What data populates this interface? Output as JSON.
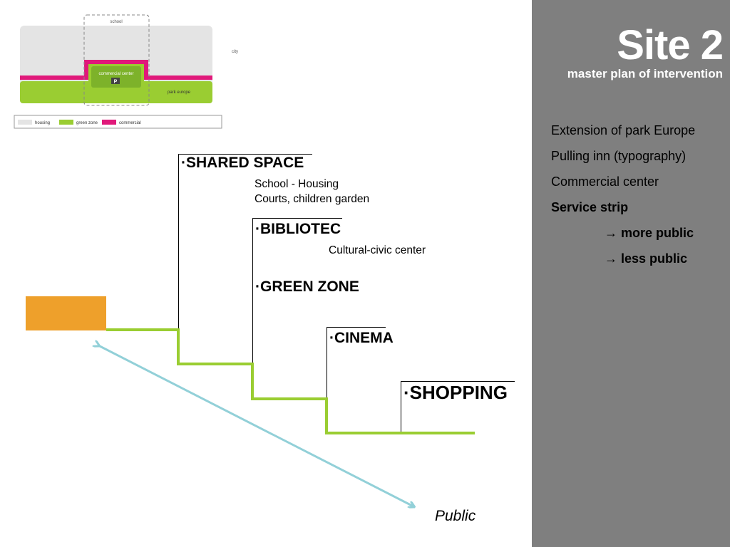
{
  "slide": {
    "title": "Site 2",
    "subtitle": "master plan of intervention"
  },
  "points": [
    {
      "text": "Extension of park Europe",
      "bold": false
    },
    {
      "text": "Pulling inn (typography)",
      "bold": false
    },
    {
      "text": "Commercial center",
      "bold": false
    },
    {
      "text": "Service strip",
      "bold": true
    },
    {
      "text": "→ more public",
      "bold": true
    },
    {
      "text": "→ less public",
      "bold": true
    }
  ],
  "map": {
    "school": "school",
    "city": "city",
    "commercial_center": "commercial center",
    "parking": "P",
    "park_europe": "park europe",
    "legend": [
      {
        "label": "housing",
        "color": "#e4e4e4"
      },
      {
        "label": "green zone",
        "color": "#9acd32"
      },
      {
        "label": "commercial",
        "color": "#e0197a"
      }
    ]
  },
  "diagram": {
    "bullet": "·",
    "shared_space": "SHARED SPACE",
    "shared_space_desc_1": "School - Housing",
    "shared_space_desc_2": "Courts, children garden",
    "bibliotec": "BIBLIOTEC",
    "bibliotec_desc": "Cultural-civic center",
    "green_zone": "GREEN ZONE",
    "cinema": "CINEMA",
    "shopping": "SHOPPING",
    "public_label": "Public",
    "colors": {
      "step_line": "#9acd32",
      "arrow": "#92d0d8",
      "block": "#eea02b",
      "panel": "#7f7f7f"
    }
  }
}
